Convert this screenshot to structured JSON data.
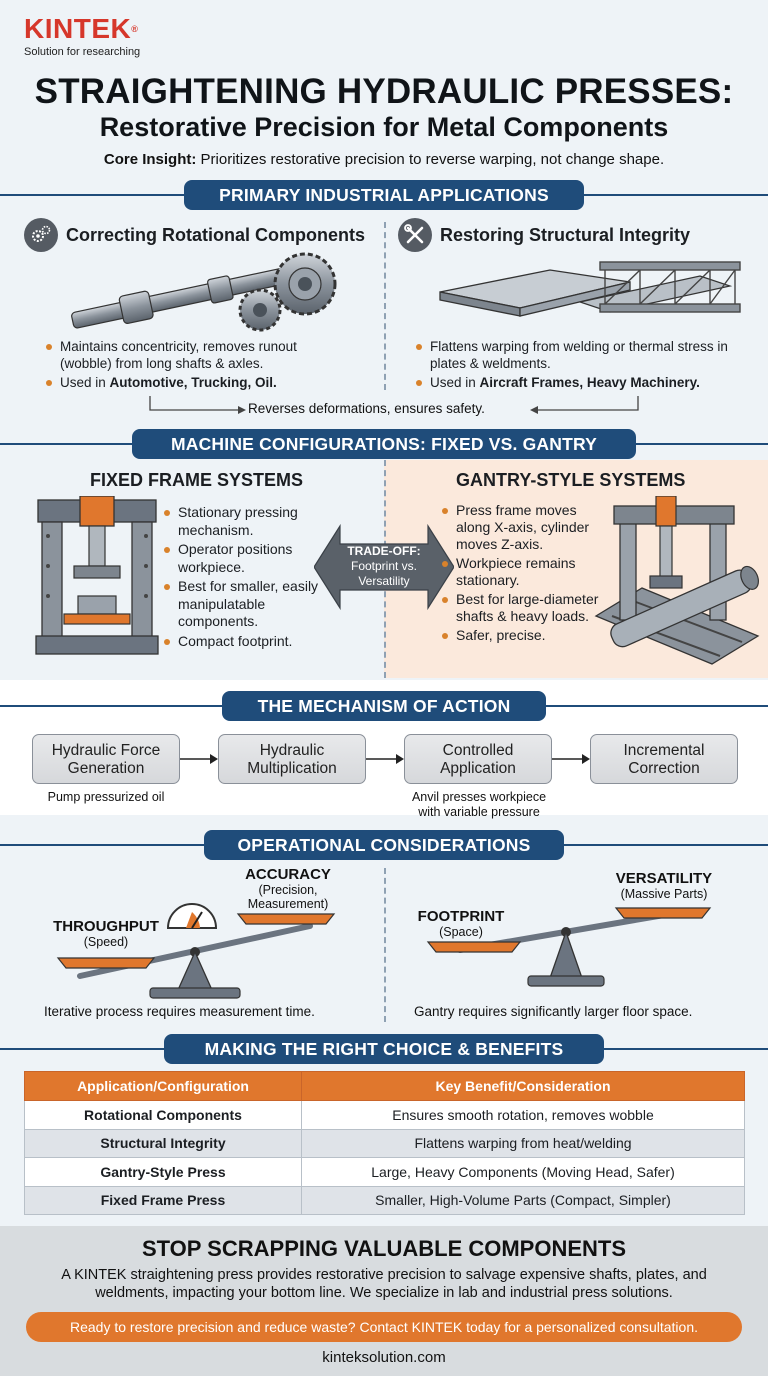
{
  "brand": {
    "name": "KINTEK",
    "reg": "®",
    "tagline": "Solution for researching",
    "color": "#d6372b"
  },
  "header": {
    "title": "STRAIGHTENING HYDRAULIC PRESSES:",
    "subtitle": "Restorative Precision for Metal Components",
    "insight_label": "Core Insight:",
    "insight_text": " Prioritizes restorative precision to reverse warping, not change shape."
  },
  "colors": {
    "navy": "#1f4c7a",
    "orange": "#e0772d",
    "peach": "#fbe9dc",
    "steel": "#6b7480"
  },
  "applications": {
    "section_title": "PRIMARY INDUSTRIAL APPLICATIONS",
    "left": {
      "icon": "gears-icon",
      "title": "Correcting Rotational Components",
      "bullet1": "Maintains concentricity, removes runout (wobble) from long shafts & axles.",
      "bullet2_pre": "Used in ",
      "bullet2_bold": "Automotive, Trucking, Oil."
    },
    "right": {
      "icon": "wrench-screwdriver-icon",
      "title": "Restoring Structural Integrity",
      "bullet1": "Flattens warping from welding or thermal stress in plates & weldments.",
      "bullet2_pre": "Used in ",
      "bullet2_bold": "Aircraft Frames, Heavy Machinery."
    },
    "common_note": "Reverses deformations, ensures safety."
  },
  "configurations": {
    "section_title": "MACHINE CONFIGURATIONS: FIXED VS. GANTRY",
    "fixed": {
      "title": "FIXED FRAME SYSTEMS",
      "bullets": [
        "Stationary pressing mechanism.",
        "Operator positions workpiece.",
        "Best for smaller, easily manipulatable components.",
        "Compact footprint."
      ]
    },
    "tradeoff": {
      "line1": "TRADE-OFF:",
      "line2": "Footprint vs.",
      "line3": "Versatility"
    },
    "gantry": {
      "title": "GANTRY-STYLE SYSTEMS",
      "bullets": [
        "Press frame moves along X-axis, cylinder moves Z-axis.",
        "Workpiece remains stationary.",
        "Best for large-diameter shafts & heavy loads.",
        "Safer, precise."
      ]
    }
  },
  "mechanism": {
    "section_title": "THE MECHANISM OF ACTION",
    "steps": [
      {
        "line1": "Hydraulic Force",
        "line2": "Generation"
      },
      {
        "line1": "Hydraulic",
        "line2": "Multiplication"
      },
      {
        "line1": "Controlled",
        "line2": "Application"
      },
      {
        "line1": "Incremental",
        "line2": "Correction"
      }
    ],
    "caption1": "Pump pressurized oil",
    "caption3_line1": "Anvil presses workpiece",
    "caption3_line2": "with variable pressure"
  },
  "operations": {
    "section_title": "OPERATIONAL CONSIDERATIONS",
    "left": {
      "low_title": "THROUGHPUT",
      "low_sub": "(Speed)",
      "high_title": "ACCURACY",
      "high_sub1": "(Precision,",
      "high_sub2": "Measurement)",
      "note": "Iterative process requires measurement time."
    },
    "right": {
      "low_title": "FOOTPRINT",
      "low_sub": "(Space)",
      "high_title": "VERSATILITY",
      "high_sub": "(Massive Parts)",
      "note": "Gantry requires significantly larger floor space."
    }
  },
  "choice": {
    "section_title": "MAKING THE RIGHT CHOICE & BENEFITS",
    "headers": [
      "Application/Configuration",
      "Key Benefit/Consideration"
    ],
    "rows": [
      [
        "Rotational Components",
        "Ensures smooth rotation, removes wobble"
      ],
      [
        "Structural Integrity",
        "Flattens warping from heat/welding"
      ],
      [
        "Gantry-Style Press",
        "Large, Heavy Components (Moving Head, Safer)"
      ],
      [
        "Fixed Frame Press",
        "Smaller, High-Volume Parts (Compact, Simpler)"
      ]
    ]
  },
  "cta": {
    "title": "STOP SCRAPPING VALUABLE COMPONENTS",
    "body": "A KINTEK straightening press provides restorative precision to salvage expensive shafts, plates, and weldments, impacting your bottom line. We specialize in lab and industrial press solutions.",
    "button": "Ready to restore precision and reduce waste? Contact KINTEK today for a personalized consultation.",
    "website": "kinteksolution.com"
  }
}
